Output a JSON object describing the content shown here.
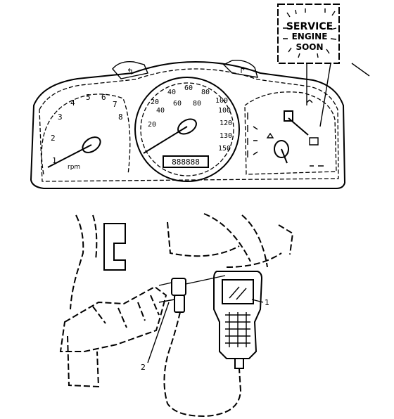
{
  "warning_lamp": {
    "line1": "SERVICE",
    "line2": "ENGINE",
    "line3": "SOON"
  },
  "tachometer": {
    "ticks": [
      "1",
      "2",
      "3",
      "4",
      "5",
      "6",
      "7",
      "8"
    ],
    "unit": "rpm"
  },
  "speedometer": {
    "ticks_outer": [
      "20",
      "40",
      "60",
      "80",
      "100"
    ],
    "ticks_inner": [
      "20",
      "40",
      "60",
      "80",
      "100",
      "120",
      "130",
      "150"
    ],
    "odometer": "888888"
  },
  "callouts": {
    "scan_tool": "1",
    "connector": "2"
  },
  "colors": {
    "ink": "#000000",
    "paper": "#ffffff"
  }
}
